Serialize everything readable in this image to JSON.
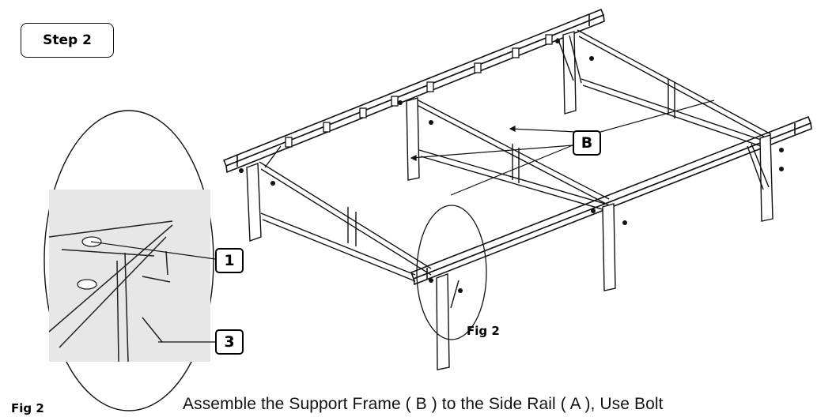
{
  "step_label": "Step 2",
  "callouts": {
    "frame_b": "B",
    "part_1": "1",
    "part_3": "3"
  },
  "fig_labels": {
    "main": "Fig 2",
    "detail": "Fig 2"
  },
  "instruction": "Assemble  the Support  Frame  ( B )  to the Side Rail ( A ), Use Bolt"
}
